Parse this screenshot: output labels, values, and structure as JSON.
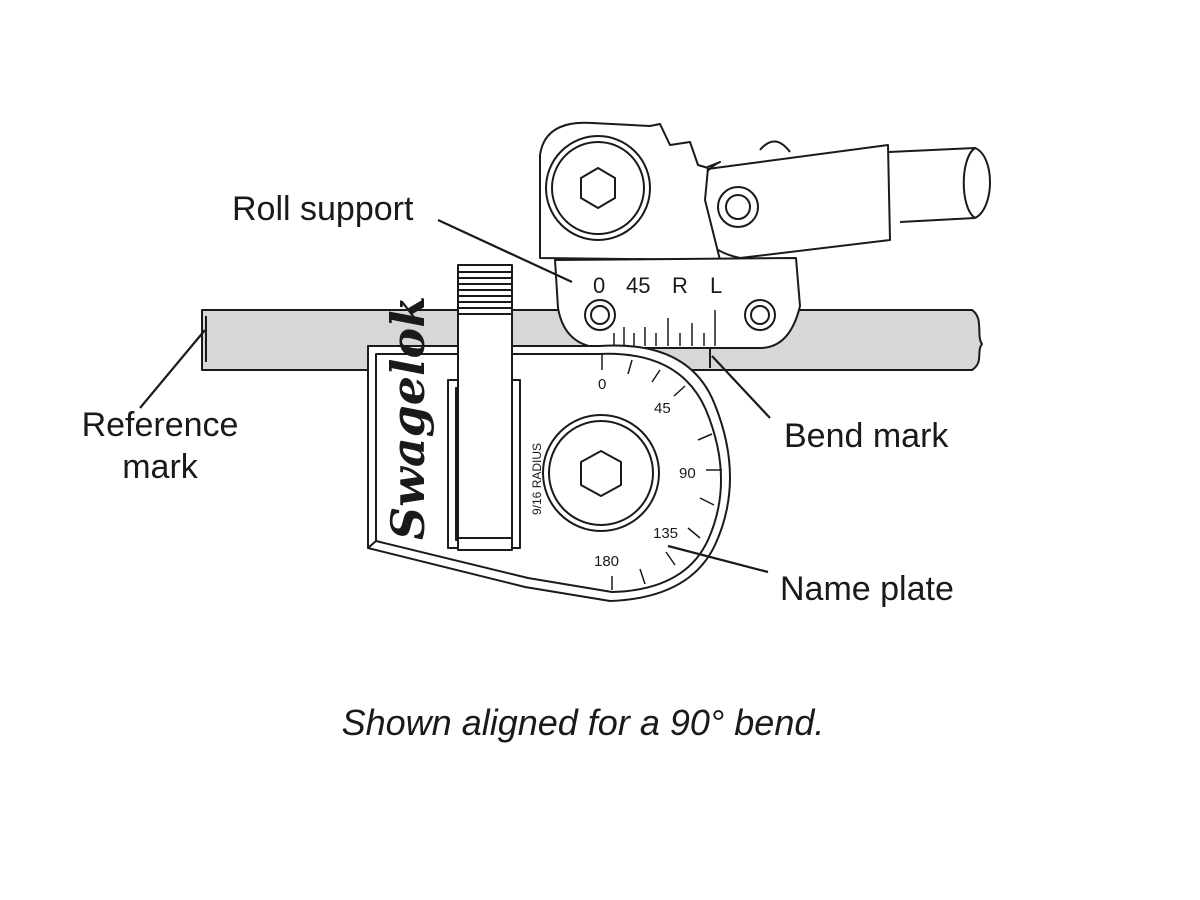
{
  "callouts": {
    "roll_support": "Roll support",
    "reference_mark_line1": "Reference",
    "reference_mark_line2": "mark",
    "bend_mark": "Bend mark",
    "name_plate": "Name plate"
  },
  "roll_support_scale": {
    "zero": "0",
    "forty_five": "45",
    "right": "R",
    "left": "L"
  },
  "name_plate": {
    "brand": "Swagelok",
    "radius_label": "9/16 RADIUS",
    "degree_marks": {
      "d0": "0",
      "d45": "45",
      "d90": "90",
      "d135": "135",
      "d180": "180"
    }
  },
  "caption": "Shown aligned for a 90° bend."
}
